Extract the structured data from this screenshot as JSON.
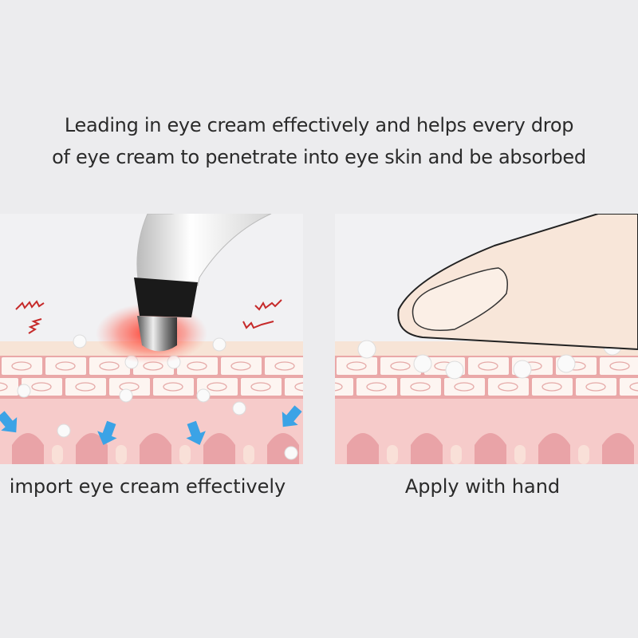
{
  "headline": {
    "line1": "Leading in eye cream effectively and helps every drop",
    "line2": "of eye cream to penetrate into eye skin and be absorbed"
  },
  "panels": [
    {
      "caption": "import eye cream effectively",
      "illustration": "eye-massager-device-on-skin"
    },
    {
      "caption": "Apply with hand",
      "illustration": "finger-on-skin"
    }
  ],
  "colors": {
    "background": "#ececee",
    "skin_top": "#f7e4d6",
    "cell_border": "#eaa8a8",
    "dermis": "#f6cbca",
    "papilla": "#e9a3a7",
    "heat_glow": "#ff3a2a",
    "arrow": "#3ba3e6"
  }
}
